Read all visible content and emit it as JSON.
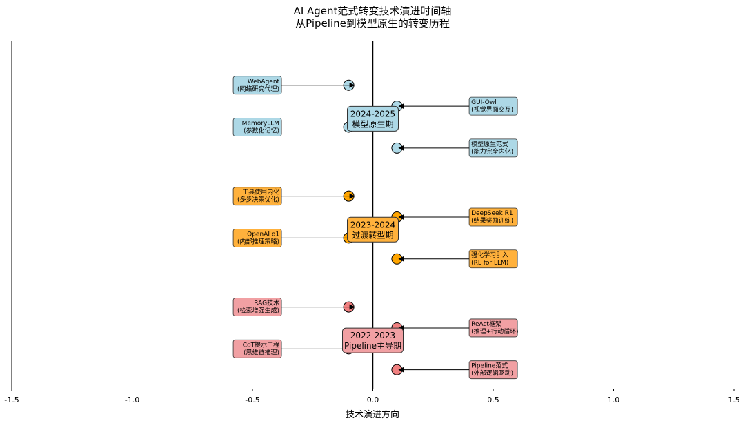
{
  "chart_data": {
    "type": "scatter",
    "title": "AI Agent范式转变技术演进时间轴",
    "subtitle": "从Pipeline到模型原生的转变历程",
    "xlabel": "技术演进方向",
    "ylabel": "",
    "xlim": [
      -1.5,
      1.5
    ],
    "ylim": [
      0.35,
      8.65
    ],
    "xticks": [
      "-1.5",
      "-1.0",
      "-0.5",
      "0.0",
      "0.5",
      "1.0",
      "1.5"
    ],
    "grid": false,
    "colors": {
      "pipeline_fill": "#f1a0a3",
      "pipeline_marker": "#f08080",
      "transition_fill": "#ffb13c",
      "transition_marker": "#ffa500",
      "native_fill": "#add8e6",
      "native_marker": "#add8e6",
      "text": "#000000"
    },
    "phases": [
      {
        "label": "2022-2023\nPipeline主导期",
        "x": 0.0,
        "y": 1.5,
        "group": "pipeline"
      },
      {
        "label": "2023-2024\n过渡转型期",
        "x": 0.0,
        "y": 4.15,
        "group": "transition"
      },
      {
        "label": "2024-2025\n模型原生期",
        "x": 0.0,
        "y": 6.8,
        "group": "native"
      }
    ],
    "points": [
      {
        "label": "Pipeline范式\n(外部逻辑驱动)",
        "x": 0.1,
        "y": 0.8,
        "side": "right",
        "group": "pipeline"
      },
      {
        "label": "CoT提示工程\n(思维链推理)",
        "x": -0.1,
        "y": 1.3,
        "side": "left",
        "group": "pipeline"
      },
      {
        "label": "ReAct框架\n(推理+行动循环)",
        "x": 0.1,
        "y": 1.8,
        "side": "right",
        "group": "pipeline"
      },
      {
        "label": "RAG技术\n(检索增强生成)",
        "x": -0.1,
        "y": 2.3,
        "side": "left",
        "group": "pipeline"
      },
      {
        "label": "强化学习引入\n(RL for LLM)",
        "x": 0.1,
        "y": 3.45,
        "side": "right",
        "group": "transition"
      },
      {
        "label": "OpenAI o1\n(内部推理策略)",
        "x": -0.1,
        "y": 3.95,
        "side": "left",
        "group": "transition"
      },
      {
        "label": "DeepSeek R1\n(结果奖励训练)",
        "x": 0.1,
        "y": 4.45,
        "side": "right",
        "group": "transition"
      },
      {
        "label": "工具使用内化\n(多步决策优化)",
        "x": -0.1,
        "y": 4.95,
        "side": "left",
        "group": "transition"
      },
      {
        "label": "模型原生范式\n(能力完全内化)",
        "x": 0.1,
        "y": 6.1,
        "side": "right",
        "group": "native"
      },
      {
        "label": "MemoryLLM\n(参数化记忆)",
        "x": -0.1,
        "y": 6.6,
        "side": "left",
        "group": "native"
      },
      {
        "label": "GUI-Owl\n(视觉界面交互)",
        "x": 0.1,
        "y": 7.1,
        "side": "right",
        "group": "native"
      },
      {
        "label": "WebAgent\n(网络研究代理)",
        "x": -0.1,
        "y": 7.6,
        "side": "left",
        "group": "native"
      }
    ]
  }
}
